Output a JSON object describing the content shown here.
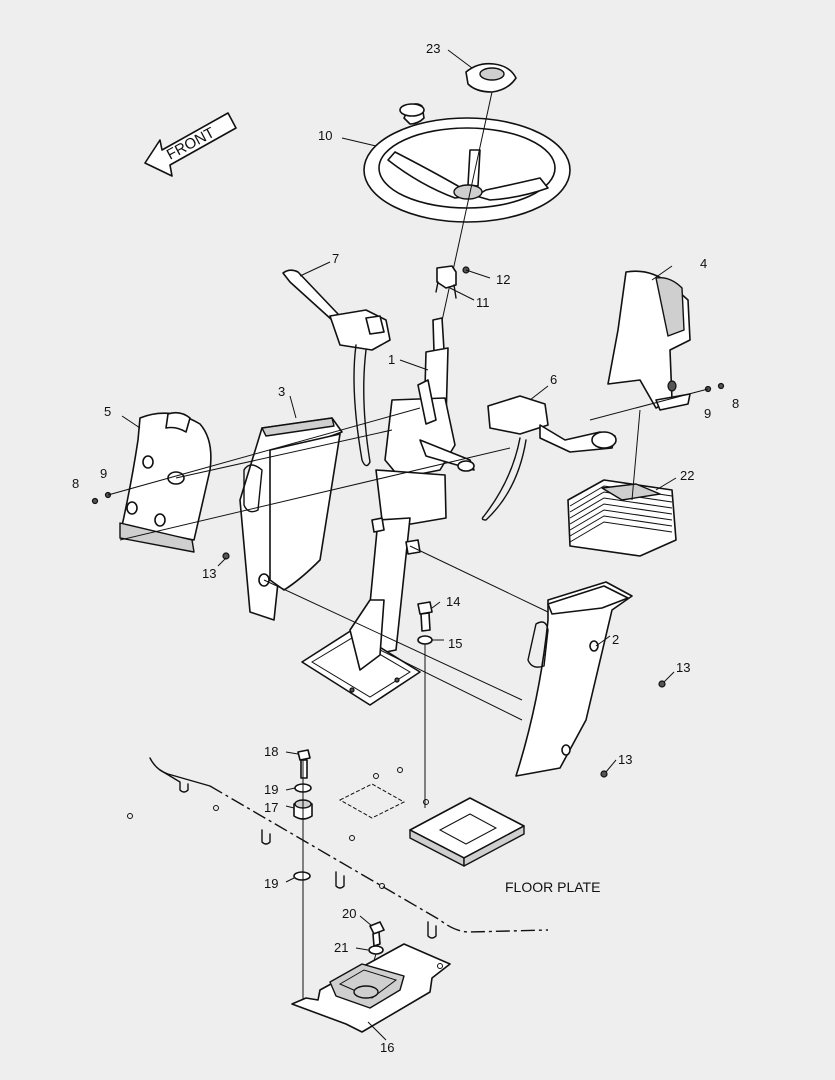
{
  "diagram": {
    "front_label": "FRONT",
    "floor_plate_label": "FLOOR PLATE",
    "callouts": {
      "c1": "1",
      "c2": "2",
      "c3": "3",
      "c4": "4",
      "c5": "5",
      "c6": "6",
      "c7": "7",
      "c8a": "8",
      "c8b": "8",
      "c9a": "9",
      "c9b": "9",
      "c10": "10",
      "c11": "11",
      "c12": "12",
      "c13a": "13",
      "c13b": "13",
      "c13c": "13",
      "c14": "14",
      "c15": "15",
      "c16": "16",
      "c17": "17",
      "c18": "18",
      "c19a": "19",
      "c19b": "19",
      "c20": "20",
      "c21": "21",
      "c22": "22",
      "c23": "23"
    }
  }
}
